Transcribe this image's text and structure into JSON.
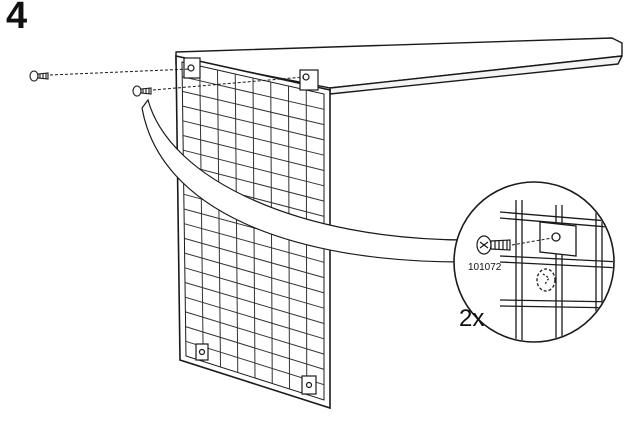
{
  "step": {
    "number": "4"
  },
  "detail": {
    "part_number": "101072",
    "quantity": "2x"
  },
  "colors": {
    "line": "#1a1a1a",
    "grid": "#333333",
    "paper": "#ffffff"
  }
}
